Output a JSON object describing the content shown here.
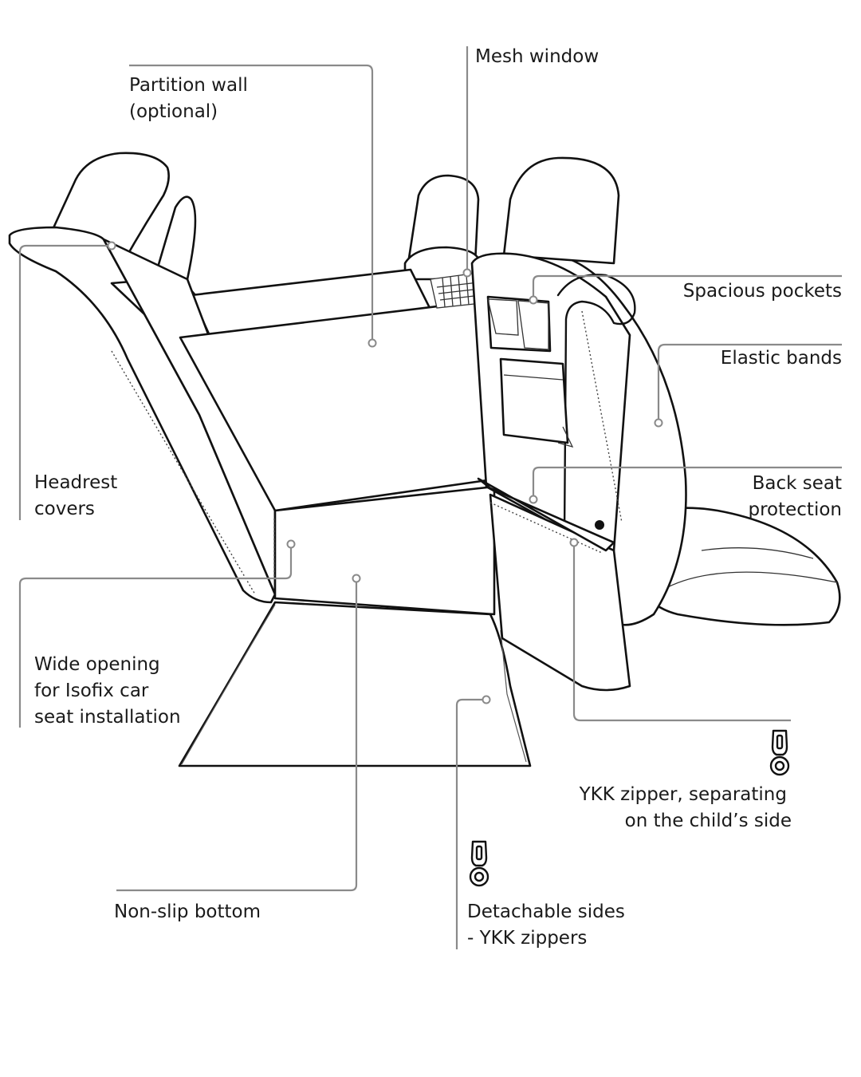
{
  "labels": {
    "partition_wall": [
      "Partition wall",
      "(optional)"
    ],
    "mesh_window": [
      "Mesh window"
    ],
    "spacious_pockets": [
      "Spacious pockets"
    ],
    "elastic_bands": [
      "Elastic bands"
    ],
    "headrest_covers": [
      "Headrest",
      "covers"
    ],
    "back_seat_protection": [
      "Back seat",
      "protection"
    ],
    "wide_opening": [
      "Wide opening",
      "for Isofix car",
      "seat installation"
    ],
    "ykk_zipper": [
      "YKK zipper, separating",
      "on the child’s side"
    ],
    "non_slip_bottom": [
      "Non-slip bottom"
    ],
    "detachable_sides": [
      "Detachable sides",
      "- YKK zippers"
    ]
  },
  "icons": [
    "zipper-pull-icon",
    "zipper-pull-icon"
  ],
  "colors": {
    "ink": "#111111",
    "leader": "#8a8a8a",
    "text": "#1a1a1a"
  }
}
